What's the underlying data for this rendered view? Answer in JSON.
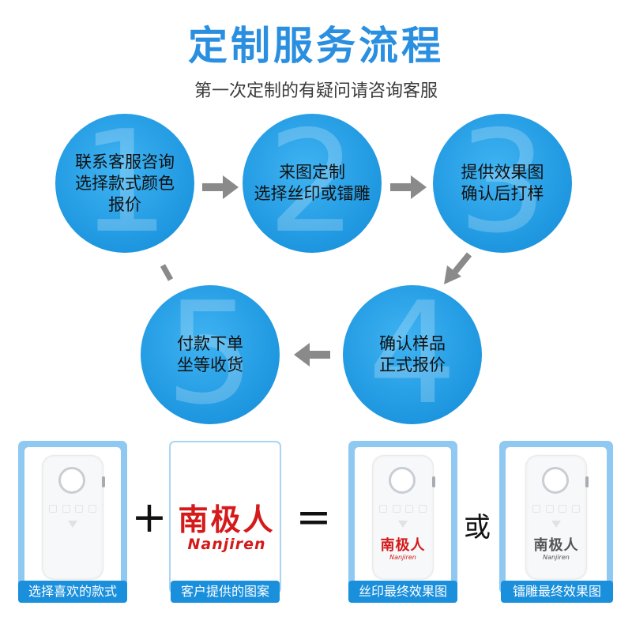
{
  "title": "定制服务流程",
  "subtitle": "第一次定制的有疑问请咨询客服",
  "steps": [
    {
      "num": "1",
      "lines": [
        "联系客服咨询",
        "选择款式颜色",
        "报价"
      ]
    },
    {
      "num": "2",
      "lines": [
        "来图定制",
        "选择丝印或镭雕"
      ]
    },
    {
      "num": "3",
      "lines": [
        "提供效果图",
        "确认后打样"
      ]
    },
    {
      "num": "4",
      "lines": [
        "确认样品",
        "正式报价"
      ]
    },
    {
      "num": "5",
      "lines": [
        "付款下单",
        "坐等收货"
      ]
    }
  ],
  "colors": {
    "accent": "#1e97e0",
    "arrow": "#8a8a8a",
    "logo_red": "#d41a1a",
    "label_bg": "#1a8fdc"
  },
  "bottom": {
    "plus": "+",
    "equals": "=",
    "or": "或",
    "logo_zh": "南极人",
    "logo_en": "Nanjiren",
    "cards": [
      {
        "label": "选择喜欢的款式"
      },
      {
        "label": "客户提供的图案"
      },
      {
        "label": "丝印最终效果图"
      },
      {
        "label": "镭雕最终效果图"
      }
    ]
  }
}
